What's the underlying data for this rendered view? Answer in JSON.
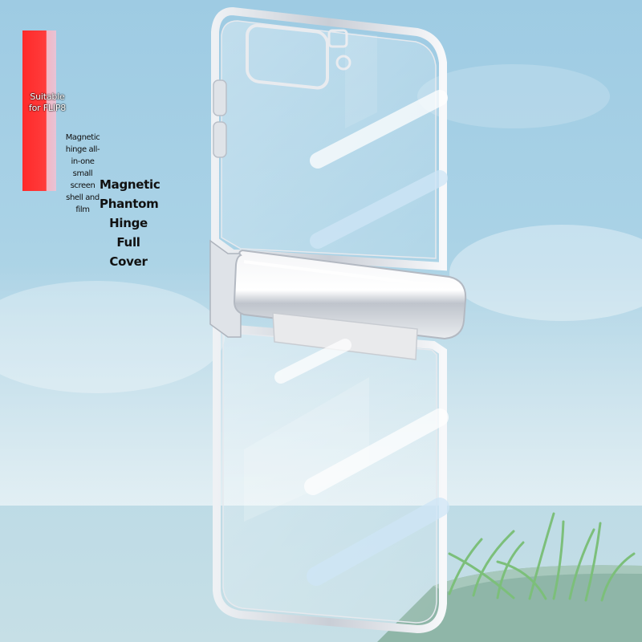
{
  "badge": {
    "text": "Suitable for FLIP8",
    "color": "#ff2a2a"
  },
  "feature_note": "Magnetic hinge all-in-one small screen shell and film",
  "headline": "Magnetic Phantom Hinge Full Cover",
  "colors": {
    "sky": "#a9d2e6",
    "silver_frame": "#d9dde2",
    "ground": "#8fb6a8",
    "grass": "#7cbf7a"
  }
}
